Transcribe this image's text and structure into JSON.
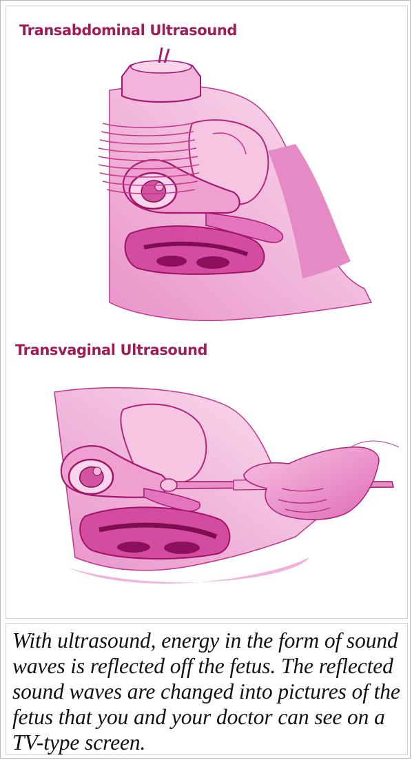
{
  "figure": {
    "top_heading": "Transabdominal Ultrasound",
    "bottom_heading": "Transvaginal Ultrasound",
    "colors": {
      "heading": "#a01c55",
      "illustration_dark": "#b0186e",
      "illustration_mid": "#e27bbd",
      "illustration_light": "#f9d4ea"
    }
  },
  "caption": {
    "text": "With ultrasound, energy in the form of sound waves is reflected off the fetus. The reflected sound waves are changed into pictures of the fetus that you and your doctor can see on a TV-type screen."
  }
}
